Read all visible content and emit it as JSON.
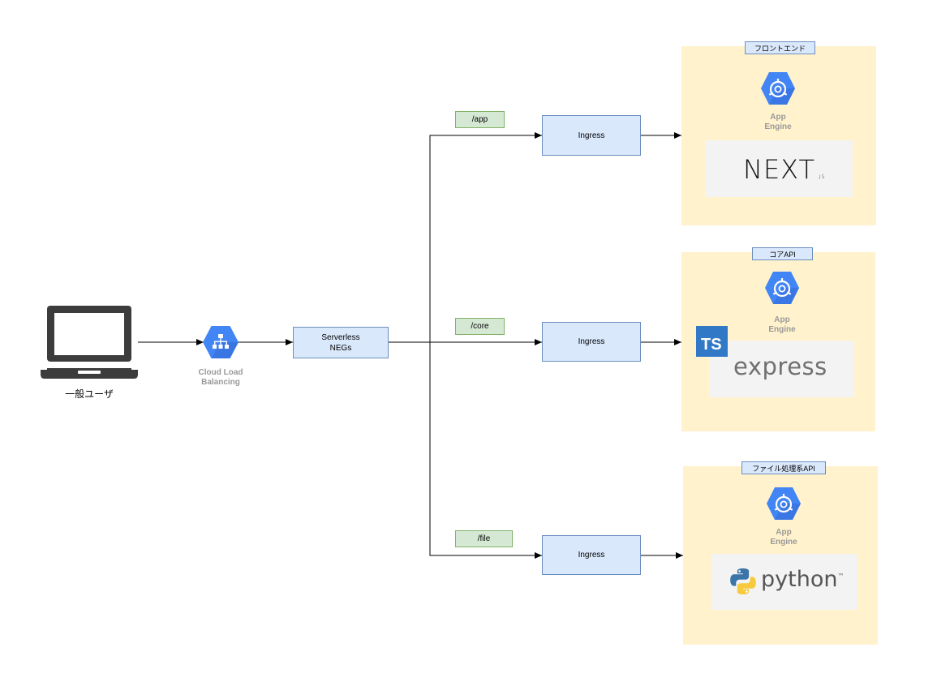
{
  "user": {
    "label": "一般ユーザ",
    "icon": "laptop-icon"
  },
  "load_balancer": {
    "label_line1": "Cloud Load",
    "label_line2": "Balancing",
    "icon": "cloud-load-balancing-icon"
  },
  "neg": {
    "label_line1": "Serverless",
    "label_line2": "NEGs"
  },
  "routes": [
    {
      "path": "/app",
      "ingress_label": "Ingress"
    },
    {
      "path": "/core",
      "ingress_label": "Ingress"
    },
    {
      "path": "/file",
      "ingress_label": "Ingress"
    }
  ],
  "services": [
    {
      "tag": "フロントエンド",
      "engine_line1": "App",
      "engine_line2": "Engine",
      "framework_logo": "nextjs-logo",
      "framework_text": "NEXT",
      "framework_suffix": ".JS"
    },
    {
      "tag": "コアAPI",
      "engine_line1": "App",
      "engine_line2": "Engine",
      "framework_logo": "express-logo",
      "framework_text": "express",
      "badge_text": "TS"
    },
    {
      "tag": "ファイル処理系API",
      "engine_line1": "App",
      "engine_line2": "Engine",
      "framework_logo": "python-logo",
      "framework_text": "python",
      "framework_tm": "™"
    }
  ],
  "colors": {
    "ingress_fill": "#dae8fc",
    "ingress_stroke": "#6c8ebf",
    "route_fill": "#d5e8d4",
    "route_stroke": "#82b366",
    "panel_fill": "#fff2cc",
    "gcp_blue": "#4285f4",
    "ts_blue": "#3178c6"
  }
}
